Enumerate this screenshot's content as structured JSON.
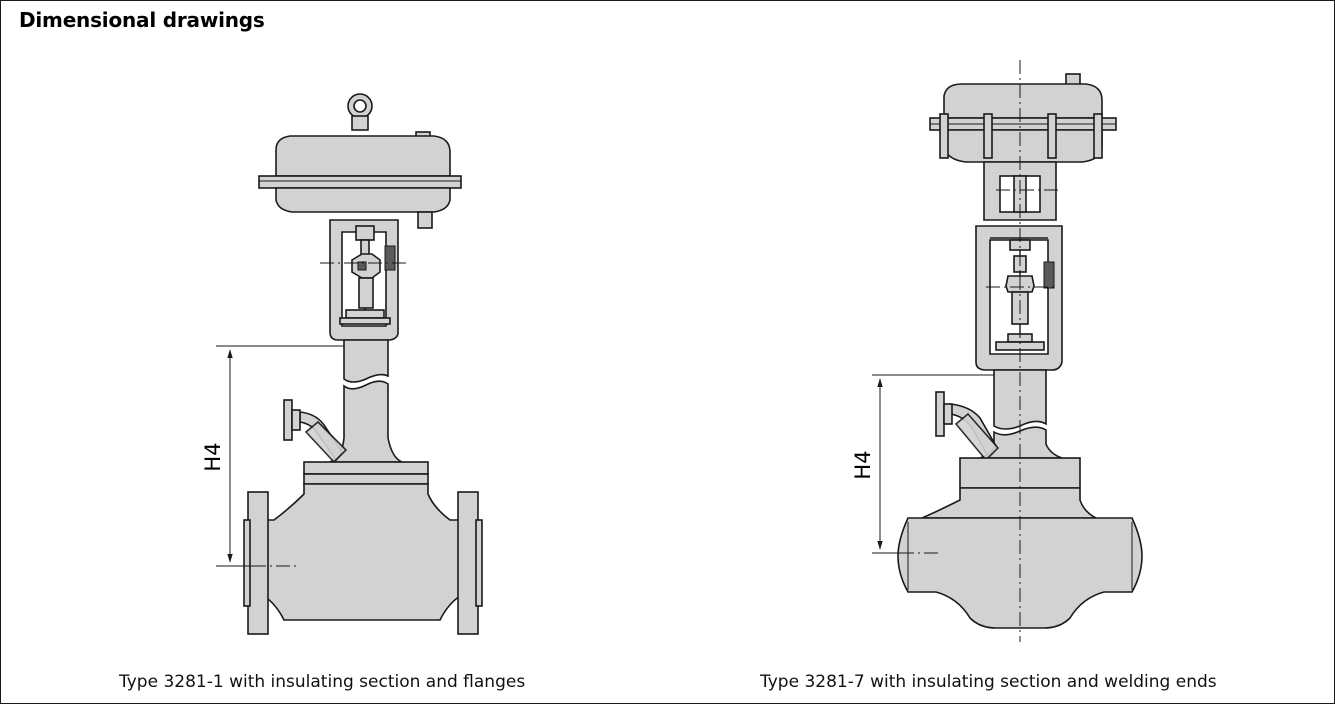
{
  "section": {
    "title": "Dimensional drawings"
  },
  "drawings": [
    {
      "caption": "Type 3281-1 with insulating section and flanges",
      "dimension_label": "H4"
    },
    {
      "caption": "Type 3281-7 with insulating section and welding ends",
      "dimension_label": "H4"
    }
  ],
  "colors": {
    "part_fill": "#d2d2d2",
    "part_stroke": "#1a1a1a",
    "background": "#ffffff"
  }
}
